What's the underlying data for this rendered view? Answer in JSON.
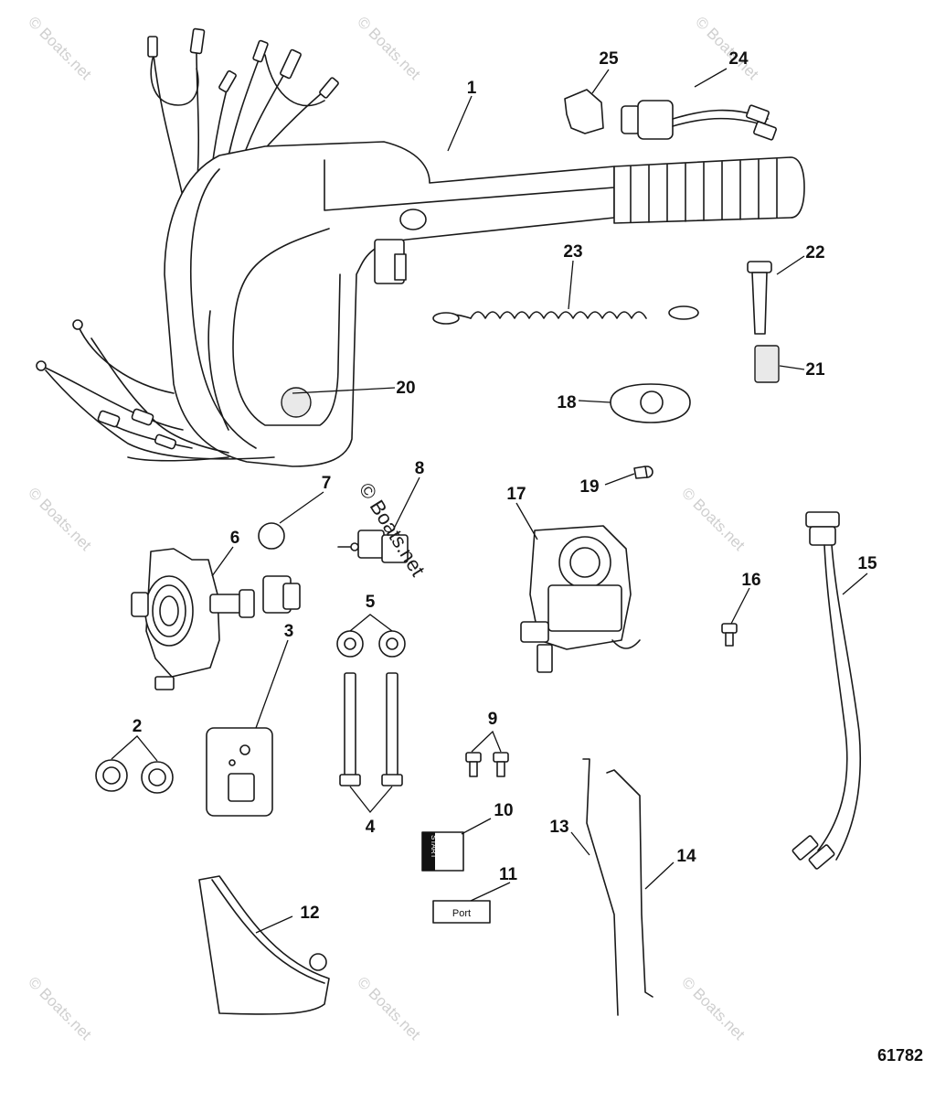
{
  "diagram": {
    "drawing_number": "61782",
    "center_watermark": "© Boats.net",
    "corner_watermark": "© Boats.net",
    "callouts": [
      "1",
      "2",
      "3",
      "4",
      "5",
      "6",
      "7",
      "8",
      "9",
      "10",
      "11",
      "12",
      "13",
      "14",
      "15",
      "16",
      "17",
      "18",
      "19",
      "20",
      "21",
      "22",
      "23",
      "24",
      "25"
    ],
    "decal_start_text": "START",
    "label_port_text": "Port"
  }
}
